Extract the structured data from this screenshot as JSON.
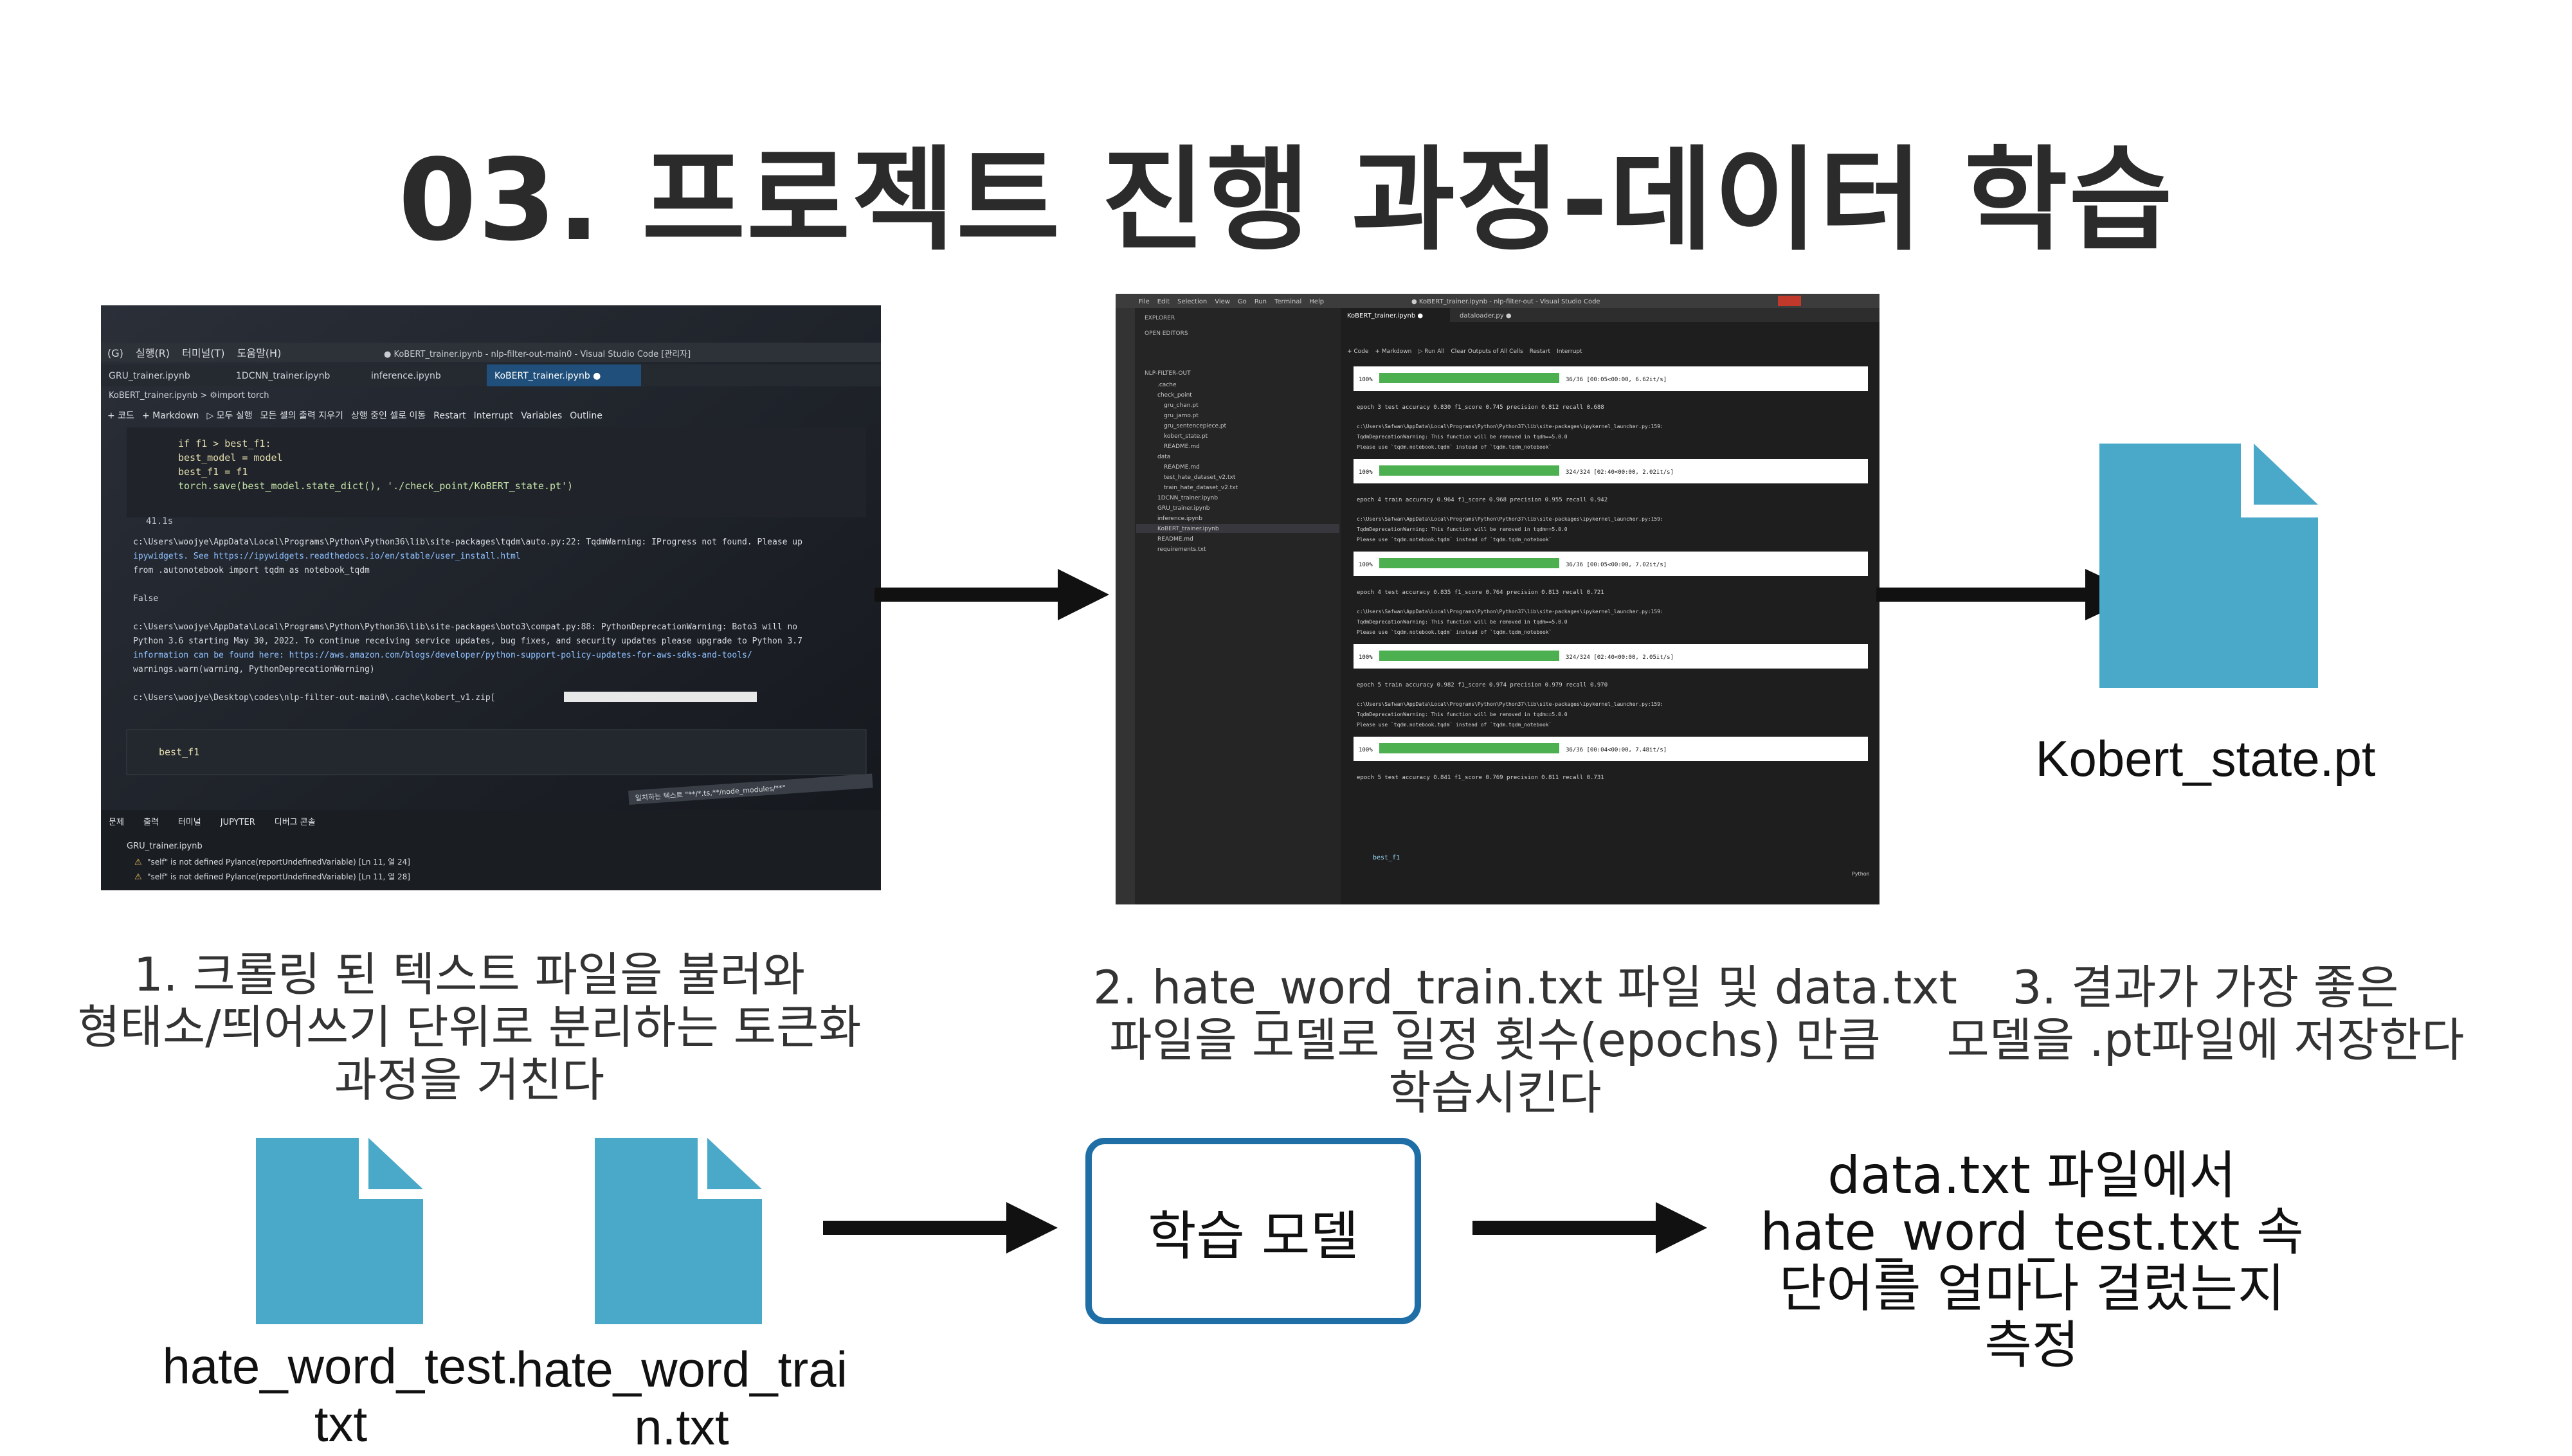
{
  "title": "03. 프로젝트 진행 과정-데이터 학습",
  "photo1": {
    "menu": [
      "(G)",
      "실행(R)",
      "터미널(T)",
      "도움말(H)"
    ],
    "window_title": "● KoBERT_trainer.ipynb - nlp-filter-out-main0 - Visual Studio Code [관리자]",
    "tabs": [
      "GRU_trainer.ipynb",
      "1DCNN_trainer.ipynb",
      "inference.ipynb",
      "KoBERT_trainer.ipynb ●"
    ],
    "breadcrumb": "KoBERT_trainer.ipynb > ⚙import torch",
    "toolbar": [
      "+ 코드",
      "+ Markdown",
      "▷ 모두 실행",
      "모든 셀의 출력 지우기",
      "상행 중인 셀로 이동",
      "Restart",
      "Interrupt",
      "Variables",
      "Outline"
    ],
    "code_lines": [
      "if f1 > best_f1:",
      "    best_model = model",
      "    best_f1 = f1",
      "    torch.save(best_model.state_dict(), './check_point/KoBERT_state.pt')"
    ],
    "cell_time": "41.1s",
    "output_lines": [
      "c:\\Users\\woojye\\AppData\\Local\\Programs\\Python\\Python36\\lib\\site-packages\\tqdm\\auto.py:22: TqdmWarning: IProgress not found. Please up",
      "ipywidgets. See https://ipywidgets.readthedocs.io/en/stable/user_install.html",
      "  from .autonotebook import tqdm as notebook_tqdm",
      "",
      "False",
      "",
      "c:\\Users\\woojye\\AppData\\Local\\Programs\\Python\\Python36\\lib\\site-packages\\boto3\\compat.py:88: PythonDeprecationWarning: Boto3 will no",
      "Python 3.6 starting May 30, 2022. To continue receiving service updates, bug fixes, and security updates please upgrade to Python 3.7",
      "information can be found here: https://aws.amazon.com/blogs/developer/python-support-policy-updates-for-aws-sdks-and-tools/",
      "  warnings.warn(warning, PythonDeprecationWarning)",
      "",
      "c:\\Users\\woojye\\Desktop\\codes\\nlp-filter-out-main0\\.cache\\kobert_v1.zip["
    ],
    "cell_input": "best_f1",
    "panel_tabs": [
      "문제",
      "출력",
      "터미널",
      "JUPYTER",
      "디버그 콘솔"
    ],
    "problem_file": "GRU_trainer.ipynb",
    "problems": [
      "\"self\" is not defined  Pylance(reportUndefinedVariable)  [Ln 11, 열 24]",
      "\"self\" is not defined  Pylance(reportUndefinedVariable)  [Ln 11, 열 28]"
    ],
    "tooltip": "일치하는 텍스트 \"**/*.ts,**/node_modules/**\""
  },
  "photo2": {
    "menu": [
      "File",
      "Edit",
      "Selection",
      "View",
      "Go",
      "Run",
      "Terminal",
      "Help"
    ],
    "window_title": "● KoBERT_trainer.ipynb - nlp-filter-out - Visual Studio Code",
    "tabs": [
      "KoBERT_trainer.ipynb ●",
      "dataloader.py ●"
    ],
    "explorer_title": "EXPLORER",
    "open_editors": "OPEN EDITORS",
    "folder": "NLP-FILTER-OUT",
    "files": [
      ".cache",
      "check_point",
      "gru_chan.pt",
      "gru_jamo.pt",
      "gru_sentencepiece.pt",
      "kobert_state.pt",
      "README.md",
      "data",
      "README.md",
      "test_hate_dataset_v2.txt",
      "train_hate_dataset_v2.txt",
      "1DCNN_trainer.ipynb",
      "GRU_trainer.ipynb",
      "inference.ipynb",
      "KoBERT_trainer.ipynb",
      "README.md",
      "requirements.txt"
    ],
    "toolbar": [
      "+ Code",
      "+ Markdown",
      "▷ Run All",
      "Clear Outputs of All Cells",
      "Restart",
      "Interrupt"
    ],
    "progress": [
      {
        "pct": "100%",
        "info": "36/36 [00:05<00:00, 6.62it/s]",
        "frac": 1.0
      },
      {
        "pct": "100%",
        "info": "324/324 [02:40<00:00, 2.02it/s]",
        "frac": 1.0
      },
      {
        "pct": "100%",
        "info": "36/36 [00:05<00:00, 7.02it/s]",
        "frac": 1.0
      },
      {
        "pct": "100%",
        "info": "324/324 [02:40<00:00, 2.05it/s]",
        "frac": 1.0
      },
      {
        "pct": "100%",
        "info": "36/36 [00:04<00:00, 7.48it/s]",
        "frac": 1.0
      }
    ],
    "epoch_lines": [
      "epoch 3 test accuracy 0.830 f1_score 0.745 precision 0.812 recall 0.688",
      "epoch 4 train accuracy 0.964 f1_score 0.968 precision 0.955 recall 0.942",
      "epoch 4 test accuracy 0.835 f1_score 0.764 precision 0.813 recall 0.721",
      "epoch 5 train accuracy 0.982 f1_score 0.974 precision 0.979 recall 0.970",
      "epoch 5 test accuracy 0.841 f1_score 0.769 precision 0.811 recall 0.731"
    ],
    "warning_lines": [
      "c:\\Users\\Safwan\\AppData\\Local\\Programs\\Python\\Python37\\lib\\site-packages\\ipykernel_launcher.py:159:",
      "TqdmDeprecationWarning: This function will be removed in tqdm==5.0.0",
      "Please use `tqdm.notebook.tqdm` instead of `tqdm.tqdm_notebook`"
    ],
    "cell_input": "best_f1",
    "lang": "Python"
  },
  "file_icon": {
    "color": "#4aa9c8",
    "fold_color": "#2e8fb0"
  },
  "state_file": "Kobert_state.pt",
  "captions": {
    "step1": [
      "1. 크롤링 된 텍스트 파일을 불러와",
      "형태소/띄어쓰기 단위로 분리하는 토큰화",
      "과정을 거친다"
    ],
    "step2": [
      "2. hate_word_train.txt 파일 및 data.txt",
      "파일을  모델로 일정 횟수(epochs) 만큼",
      "학습시킨다"
    ],
    "step3": [
      "3. 결과가 가장 좋은",
      "모델을 .pt파일에 저장한다"
    ]
  },
  "files": {
    "test_file": [
      "hate_word_test.",
      "txt"
    ],
    "train_file": [
      "hate_word_trai",
      "n.txt"
    ]
  },
  "model_box": "학습 모델",
  "measure": [
    "data.txt 파일에서",
    "hate_word_test.txt 속",
    "단어를 얼마나 걸렀는지",
    "측정"
  ],
  "colors": {
    "arrow": "#111111",
    "box_border": "#1f6fa6",
    "icon": "#4aa9c8"
  }
}
